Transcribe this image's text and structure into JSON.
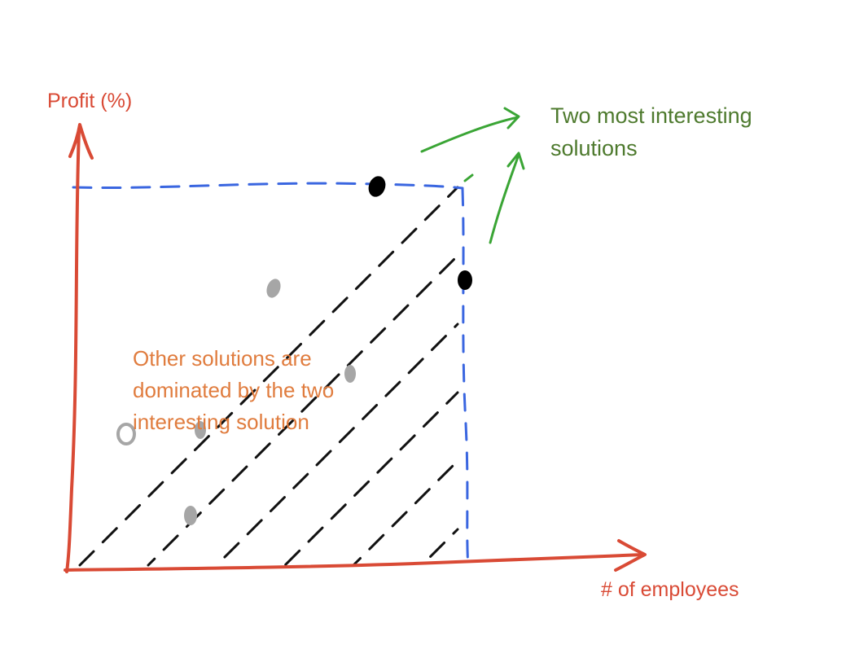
{
  "colors": {
    "axis": "#d94a35",
    "frontier": "#3a66e0",
    "hatch": "#111111",
    "callout_arrow": "#3aa535",
    "callout_text": "#4e7a2e",
    "dominated_text": "#e07c3e",
    "optimal_point": "#000000",
    "dominated_point": "#a6a6a6"
  },
  "axes": {
    "y_label": "Profit (%)",
    "x_label": "# of employees"
  },
  "callout": {
    "line1": "Two most interesting",
    "line2": "solutions"
  },
  "dominated_note": {
    "line1": "Other solutions are",
    "line2": "dominated by the two",
    "line3": "interesting solution"
  },
  "points": {
    "optimal_count": 2,
    "dominated_count": 5
  }
}
